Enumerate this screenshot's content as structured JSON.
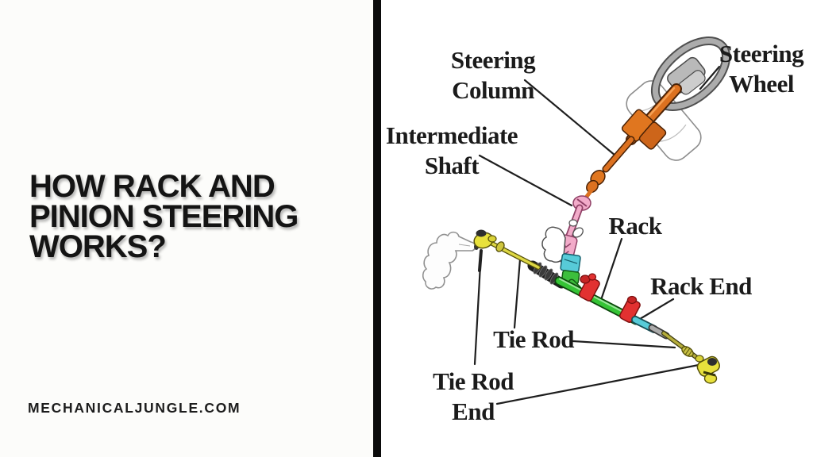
{
  "left_panel": {
    "title": "HOW RACK AND\nPINION STEERING\nWORKS?",
    "website": "MECHANICALJUNGLE.COM"
  },
  "diagram": {
    "labels": {
      "steering_column": "Steering\nColumn",
      "steering_wheel": "Steering\nWheel",
      "intermediate_shaft": "Intermediate\nShaft",
      "rack": "Rack",
      "rack_end": "Rack End",
      "tie_rod": "Tie Rod",
      "tie_rod_end": "Tie Rod\nEnd"
    },
    "part_colors": {
      "steering_wheel_gray": "#acacac",
      "steering_column_orange": "#dc7120",
      "intermediate_shaft_pink": "#f2abc9",
      "pinion_valve_cyan": "#57cbd8",
      "rack_green": "#35c435",
      "mount_clamp_red": "#e23131",
      "tie_rod_olive": "#b5ad3c",
      "tie_rod_end_yellow": "#e8e13c",
      "boot_black": "#1d1d1d",
      "label_text": "#1b1b1b",
      "divider_black": "#0b0b0b"
    }
  }
}
